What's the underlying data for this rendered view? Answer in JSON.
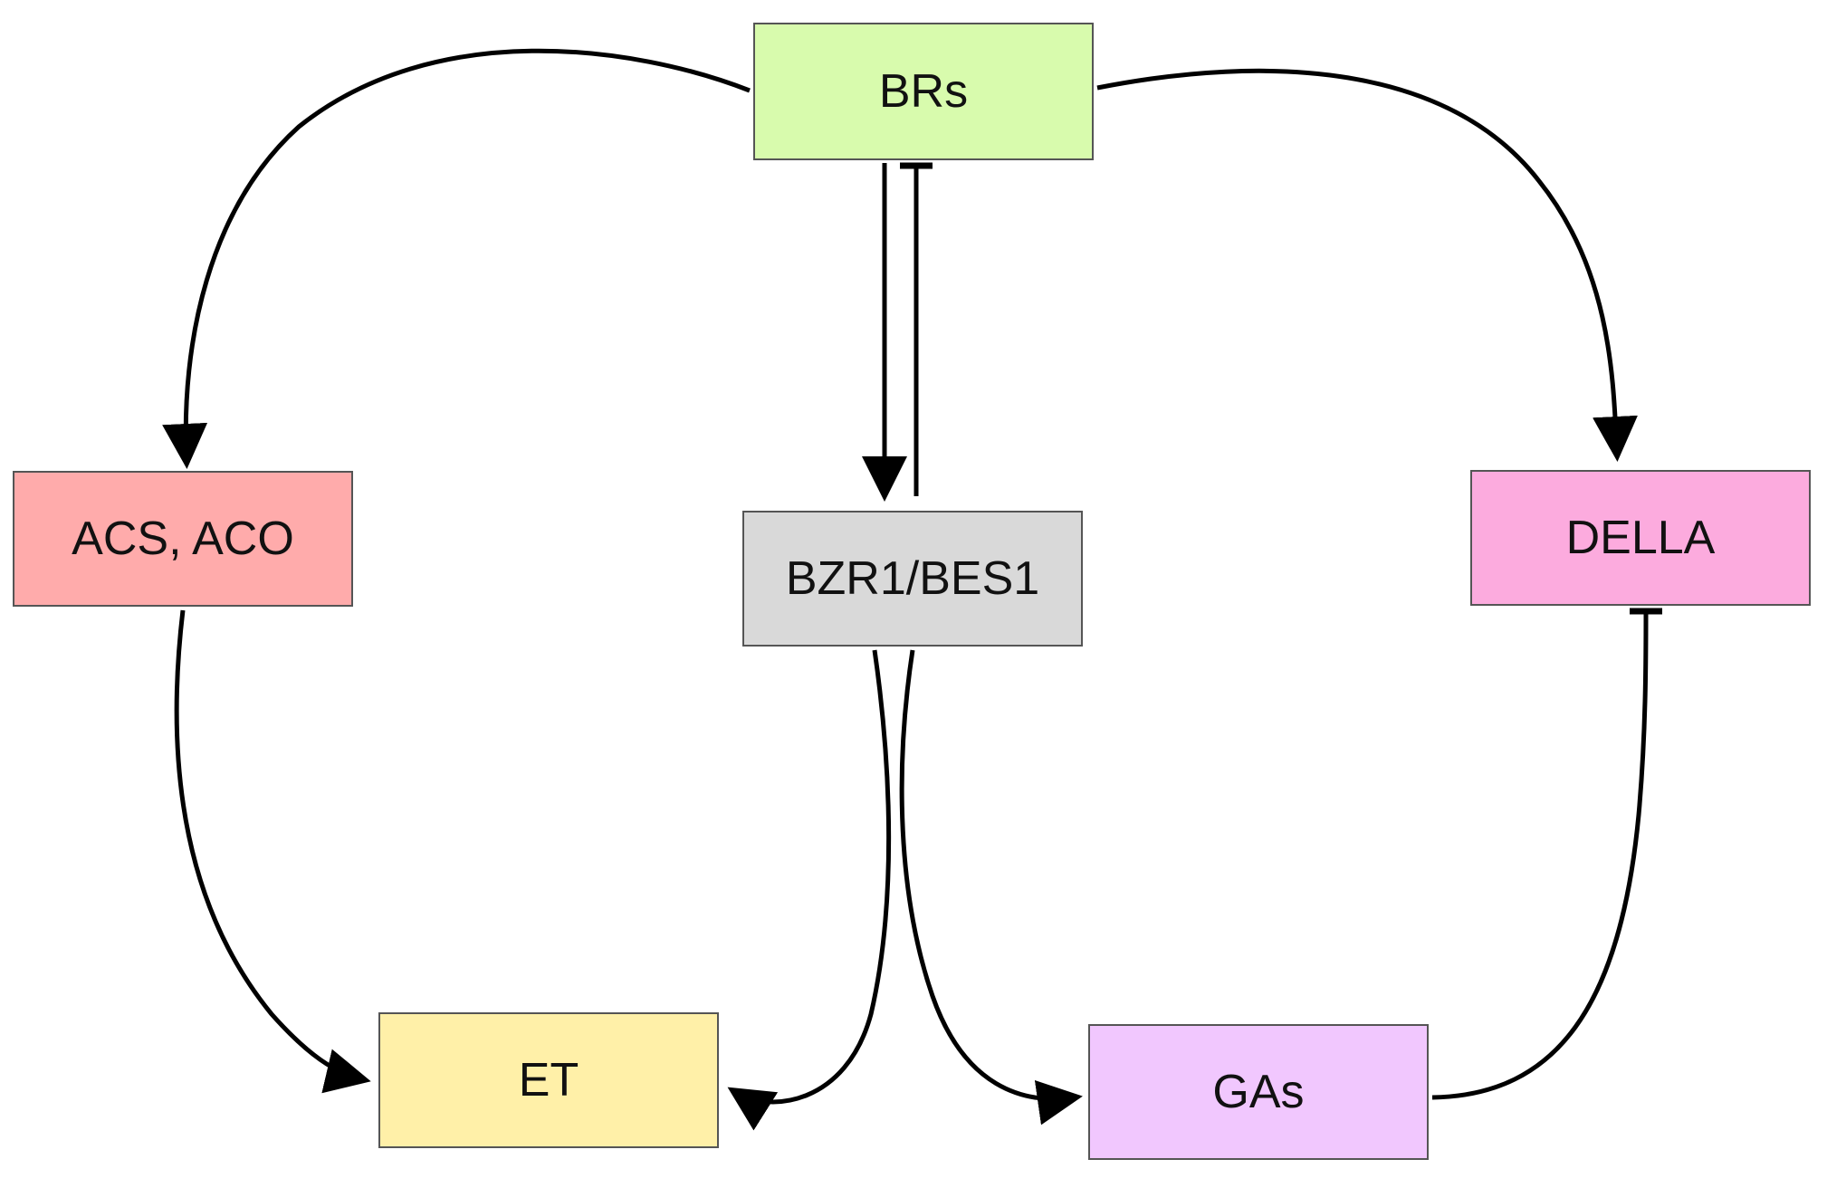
{
  "nodes": {
    "brs": {
      "label": "BRs",
      "color": "#d8fbad"
    },
    "acs": {
      "label": "ACS, ACO",
      "color": "#ffabab"
    },
    "bzr": {
      "label": "BZR1/BES1",
      "color": "#d9d9d9"
    },
    "della": {
      "label": "DELLA",
      "color": "#fcabde"
    },
    "et": {
      "label": "ET",
      "color": "#fff0a8"
    },
    "gas": {
      "label": "GAs",
      "color": "#f1c7fe"
    }
  },
  "edges": [
    {
      "from": "BRs",
      "to": "ACS, ACO",
      "type": "activation"
    },
    {
      "from": "BRs",
      "to": "DELLA",
      "type": "activation"
    },
    {
      "from": "BRs",
      "to": "BZR1/BES1",
      "type": "activation"
    },
    {
      "from": "BZR1/BES1",
      "to": "BRs",
      "type": "inhibition"
    },
    {
      "from": "ACS, ACO",
      "to": "ET",
      "type": "activation"
    },
    {
      "from": "BZR1/BES1",
      "to": "ET",
      "type": "activation"
    },
    {
      "from": "BZR1/BES1",
      "to": "GAs",
      "type": "activation"
    },
    {
      "from": "GAs",
      "to": "DELLA",
      "type": "inhibition"
    }
  ],
  "colors": {
    "line": "#000000",
    "border": "#555555"
  }
}
